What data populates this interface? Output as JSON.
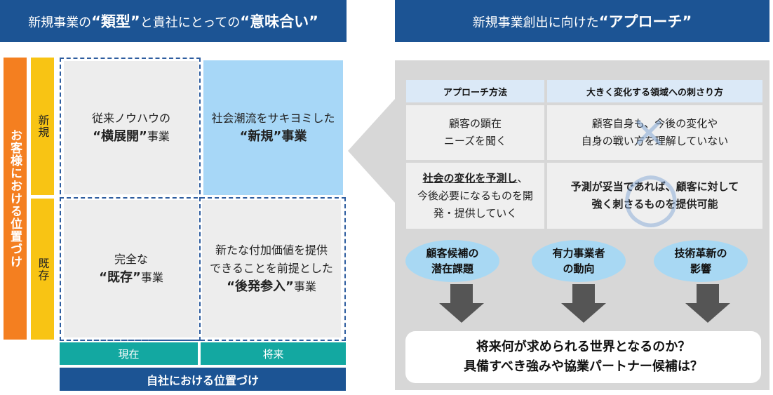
{
  "left": {
    "header": {
      "pre": "新規事業の",
      "q1": "“類型”",
      "mid": "と貴社にとっての",
      "q2": "“意味合い”"
    },
    "customer_axis_label": "お客様における位置づけ",
    "row_new": "新規",
    "row_existing": "既存",
    "cells": {
      "top_left": {
        "line1": "従来ノウハウの",
        "bold": "“横展開”",
        "suffix": "事業"
      },
      "top_right": {
        "line1": "社会潮流をサキヨミした",
        "bold": "“新規”事業"
      },
      "bottom_left": {
        "line1": "完全な",
        "bold": "“既存”",
        "suffix": "事業"
      },
      "bottom_right": {
        "line1": "新たな付加価値を提供",
        "line2": "できることを前提とした",
        "bold": "“後発参入”",
        "suffix": "事業"
      }
    },
    "col_current": "現在",
    "col_future": "将来",
    "company_axis_label": "自社における位置づけ"
  },
  "right": {
    "header": {
      "pre": "新規事業創出に向けた",
      "bold": "“アプローチ”"
    },
    "table": {
      "col1_head": "アプローチ方法",
      "col2_head": "大きく変化する領域への刺さり方",
      "r1c1_l1": "顧客の顕在",
      "r1c1_l2": "ニーズを聞く",
      "r1c2_l1": "顧客自身も、今後の変化や",
      "r1c2_l2": "自身の戦い方を理解していない",
      "r1_mark": "×",
      "r2c1_l1_bold": "社会の変化を予測し",
      "r2c1_l1_tail": "、",
      "r2c1_l2": "今後必要になるものを開",
      "r2c1_l3": "発・提供していく",
      "r2c2_l1": "予測が妥当であれば、顧客に対して",
      "r2c2_l2": "強く刺さるものを提供可能",
      "r2_mark": "○"
    },
    "ellipses": [
      {
        "l1": "顧客候補の",
        "l2": "潜在課題"
      },
      {
        "l1": "有力事業者",
        "l2": "の動向"
      },
      {
        "l1": "技術革新の",
        "l2": "影響"
      }
    ],
    "bottom": {
      "l1": "将来何が求められる世界となるのか？",
      "l2": "具備すべき強みや協業パートナー候補は？"
    }
  },
  "colors": {
    "header_blue": "#1c5494",
    "orange": "#f47f20",
    "yellow": "#f8c414",
    "light_blue": "#a7d7f7",
    "teal": "#13a8a1",
    "navy": "#1c5494",
    "dashed_border": "#2e5d9f"
  }
}
